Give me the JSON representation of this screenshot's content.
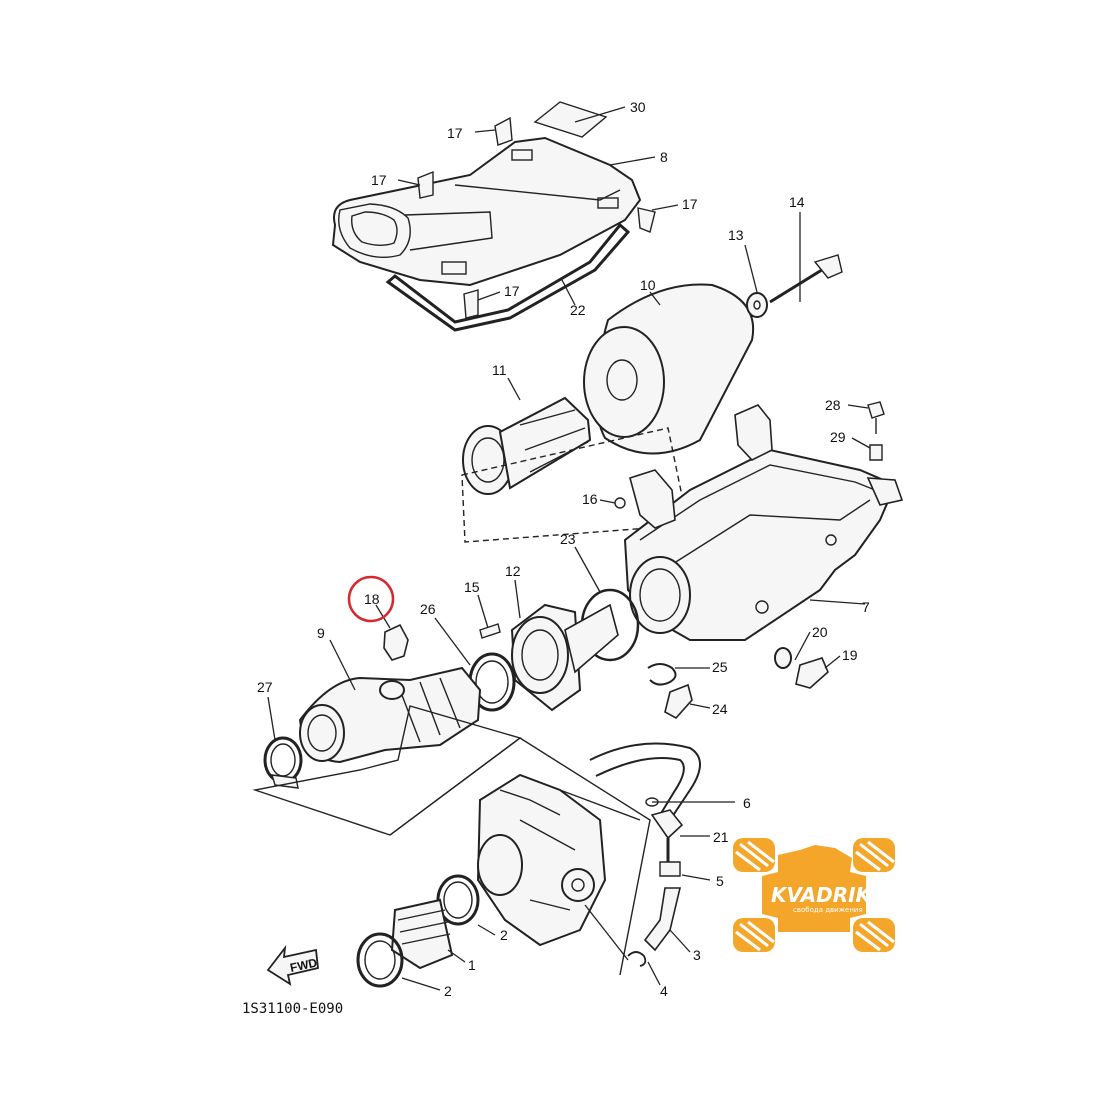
{
  "diagram": {
    "part_labels": [
      "30",
      "8",
      "17",
      "17",
      "17",
      "17",
      "22",
      "14",
      "13",
      "10",
      "11",
      "28",
      "29",
      "16",
      "23",
      "12",
      "15",
      "26",
      "9",
      "18",
      "27",
      "7",
      "20",
      "19",
      "25",
      "24",
      "6",
      "21",
      "5",
      "3",
      "4",
      "2",
      "1",
      "2"
    ],
    "highlighted_part": "18",
    "highlight_color": "#d8282f",
    "drawing_code": "1S31100-E090",
    "direction_label": "FWD"
  },
  "watermark": {
    "brand": "KVADRIK",
    "tagline": "свобода движения",
    "color": "#f4a62a"
  }
}
